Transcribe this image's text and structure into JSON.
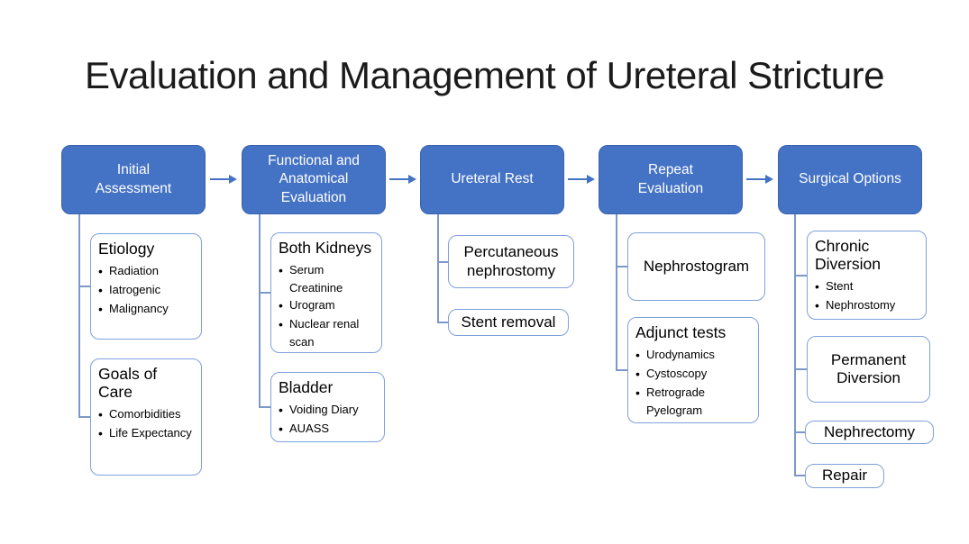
{
  "title": "Evaluation and Management of Ureteral Stricture",
  "colors": {
    "header_fill": "#4472C4",
    "header_text": "#FFFFFF",
    "box_border": "#7EA1DB",
    "connector": "#7C98C8",
    "arrow": "#4472C4",
    "background": "#FFFFFF",
    "body_text": "#000000"
  },
  "columns": [
    {
      "header": "Initial Assessment",
      "children": [
        {
          "title": "Etiology",
          "bullets": [
            "Radiation",
            "Iatrogenic",
            "Malignancy"
          ]
        },
        {
          "title": "Goals of Care",
          "bullets": [
            "Comorbidities",
            "Life Expectancy"
          ]
        }
      ]
    },
    {
      "header": "Functional and Anatomical Evaluation",
      "children": [
        {
          "title": "Both Kidneys",
          "bullets": [
            "Serum Creatinine",
            "Urogram",
            "Nuclear renal scan"
          ]
        },
        {
          "title": "Bladder",
          "bullets": [
            "Voiding Diary",
            "AUASS"
          ]
        }
      ]
    },
    {
      "header": "Ureteral Rest",
      "children": [
        {
          "text": "Percutaneous nephrostomy"
        },
        {
          "text": "Stent removal"
        }
      ]
    },
    {
      "header": "Repeat Evaluation",
      "children": [
        {
          "text": "Nephrostogram"
        },
        {
          "title": "Adjunct tests",
          "bullets": [
            "Urodynamics",
            "Cystoscopy",
            "Retrograde Pyelogram"
          ]
        }
      ]
    },
    {
      "header": "Surgical Options",
      "children": [
        {
          "title": "Chronic Diversion",
          "bullets": [
            "Stent",
            "Nephrostomy"
          ]
        },
        {
          "text": "Permanent Diversion"
        },
        {
          "text": "Nephrectomy"
        },
        {
          "text": "Repair"
        }
      ]
    }
  ]
}
